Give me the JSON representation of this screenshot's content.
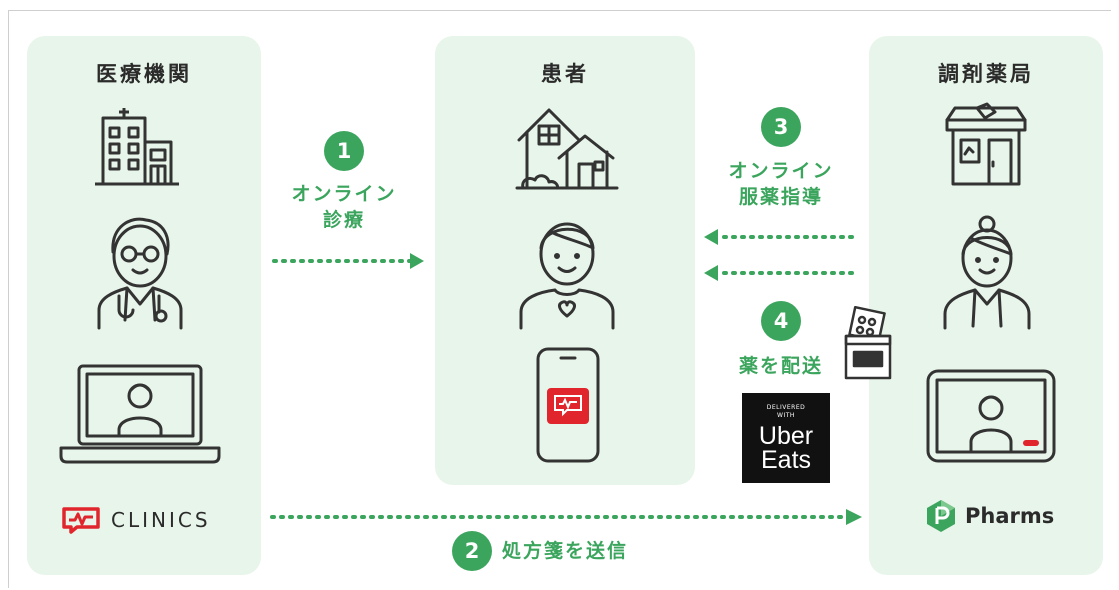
{
  "columns": {
    "clinic": {
      "title": "医療機関",
      "logo_text": "CLINICS"
    },
    "patient": {
      "title": "患者"
    },
    "pharmacy": {
      "title": "調剤薬局",
      "logo_text": "Pharms"
    }
  },
  "steps": [
    {
      "number": "1",
      "label": "オンライン\n診療"
    },
    {
      "number": "2",
      "label": "処方箋を送信"
    },
    {
      "number": "3",
      "label": "オンライン\n服薬指導"
    },
    {
      "number": "4",
      "label": "薬を配送"
    }
  ],
  "uber_eats": {
    "small_text": "DELIVERED\nWITH",
    "line1": "Uber",
    "line2": "Eats"
  },
  "colors": {
    "accent_green": "#3ba55d",
    "panel_bg": "#e8f5ea",
    "clinics_red": "#e0262c",
    "icon_stroke": "#333333"
  },
  "icons": [
    "hospital-icon",
    "doctor-icon",
    "laptop-video-call-icon",
    "house-icon",
    "patient-icon",
    "smartphone-app-icon",
    "pharmacy-store-icon",
    "pharmacist-icon",
    "tablet-video-call-icon",
    "medicine-package-icon"
  ]
}
